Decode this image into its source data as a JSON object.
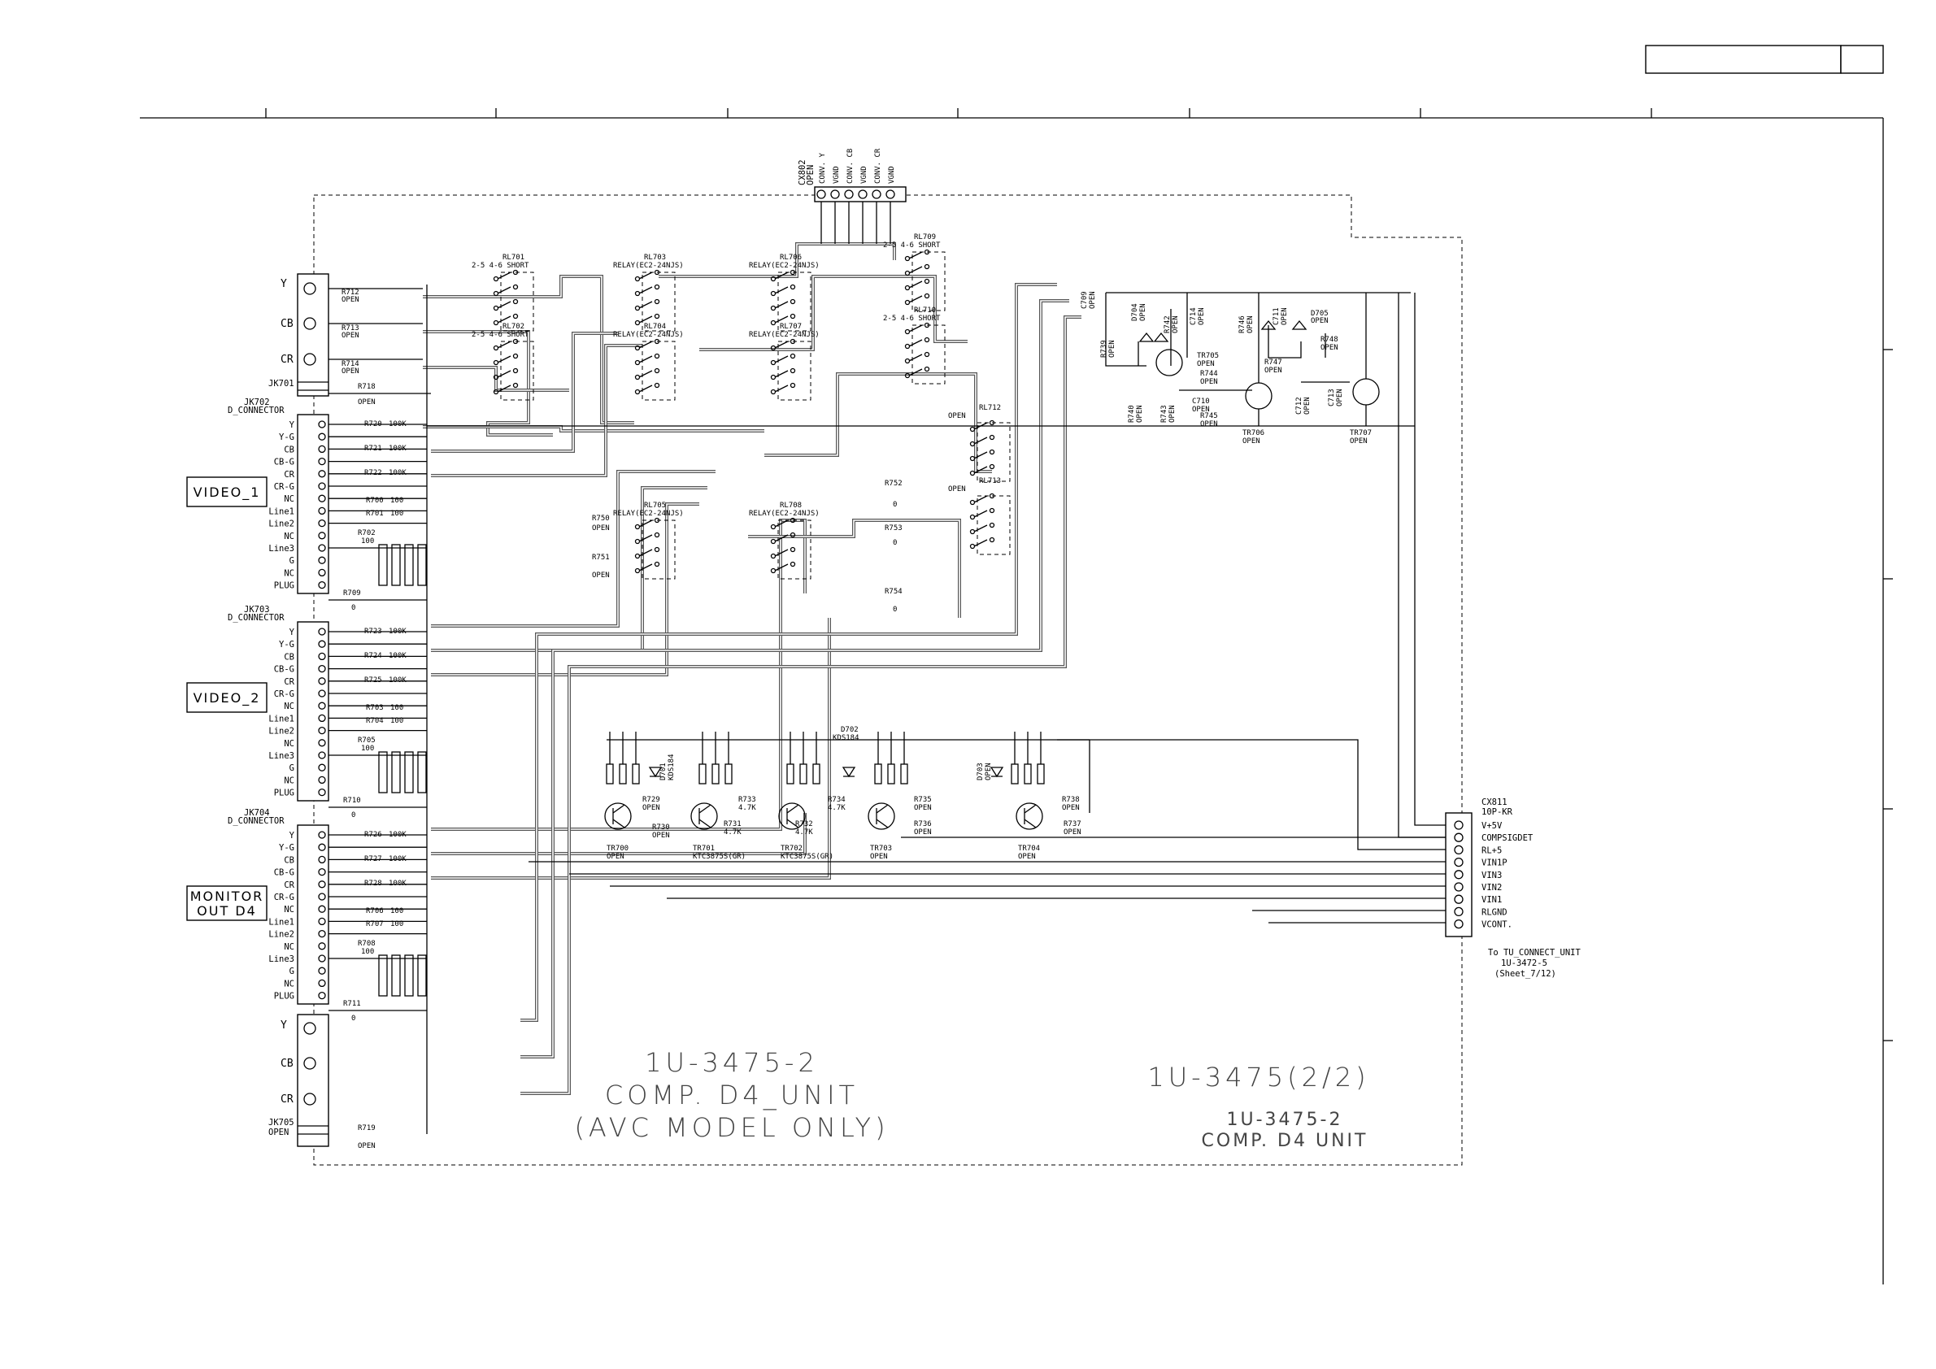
{
  "board": {
    "label_center": [
      "1U-3475-2",
      "COMP. D4_UNIT",
      "(AVC MODEL ONLY)"
    ],
    "label_right_big": "1U-3475(2/2)",
    "label_right_sub": [
      "1U-3475-2",
      "COMP. D4 UNIT"
    ]
  },
  "boxes": [
    {
      "lines": [
        "VIDEO_1"
      ]
    },
    {
      "lines": [
        "VIDEO_2"
      ]
    },
    {
      "lines": [
        "MONITOR",
        "OUT D4"
      ]
    }
  ],
  "jacks": {
    "jk701": {
      "ref": "JK701",
      "pins": [
        "Y",
        "CB",
        "CR"
      ]
    },
    "jk705": {
      "ref": "JK705",
      "note": "OPEN",
      "pins": [
        "Y",
        "CB",
        "CR"
      ]
    }
  },
  "d_connectors": [
    {
      "ref": "JK702",
      "type": "D_CONNECTOR",
      "pins": [
        "Y",
        "Y-G",
        "CB",
        "CB-G",
        "CR",
        "CR-G",
        "NC",
        "Line1",
        "Line2",
        "NC",
        "Line3",
        "G",
        "NC",
        "PLUG"
      ]
    },
    {
      "ref": "JK703",
      "type": "D_CONNECTOR",
      "pins": [
        "Y",
        "Y-G",
        "CB",
        "CB-G",
        "CR",
        "CR-G",
        "NC",
        "Line1",
        "Line2",
        "NC",
        "Line3",
        "G",
        "NC",
        "PLUG"
      ]
    },
    {
      "ref": "JK704",
      "type": "D_CONNECTOR",
      "pins": [
        "Y",
        "Y-G",
        "CB",
        "CB-G",
        "CR",
        "CR-G",
        "NC",
        "Line1",
        "Line2",
        "NC",
        "Line3",
        "G",
        "NC",
        "PLUG"
      ]
    }
  ],
  "header_top": {
    "ref": "CX802",
    "note": "OPEN",
    "pins": [
      "CONV. Y",
      "VGND",
      "CONV. CB",
      "VGND",
      "CONV. CR",
      "VGND"
    ]
  },
  "relays": [
    {
      "ref": "RL701",
      "note": "2-5 4-6 SHORT"
    },
    {
      "ref": "RL702",
      "note": "2-5 4-6 SHORT"
    },
    {
      "ref": "RL703",
      "note": "RELAY(EC2-24NJS)"
    },
    {
      "ref": "RL704",
      "note": "RELAY(EC2-24NJS)"
    },
    {
      "ref": "RL705",
      "note": "RELAY(EC2-24NJS)"
    },
    {
      "ref": "RL706",
      "note": "RELAY(EC2-24NJS)"
    },
    {
      "ref": "RL707",
      "note": "RELAY(EC2-24NJS)"
    },
    {
      "ref": "RL708",
      "note": "RELAY(EC2-24NJS)"
    },
    {
      "ref": "RL709",
      "note": "2-5 4-6 SHORT"
    },
    {
      "ref": "RL710",
      "note": "2-5 4-6 SHORT"
    },
    {
      "ref": "RL712",
      "note": "OPEN"
    },
    {
      "ref": "RL713",
      "note": "OPEN"
    }
  ],
  "resistors": [
    {
      "ref": "R712",
      "val": "OPEN"
    },
    {
      "ref": "R713",
      "val": "OPEN"
    },
    {
      "ref": "R714",
      "val": "OPEN"
    },
    {
      "ref": "R718",
      "val": "OPEN"
    },
    {
      "ref": "R720",
      "val": "100K"
    },
    {
      "ref": "R721",
      "val": "100K"
    },
    {
      "ref": "R722",
      "val": "100K"
    },
    {
      "ref": "R700",
      "val": "100"
    },
    {
      "ref": "R701",
      "val": "100"
    },
    {
      "ref": "R702",
      "val": "100"
    },
    {
      "ref": "R709",
      "val": "0"
    },
    {
      "ref": "R723",
      "val": "100K"
    },
    {
      "ref": "R724",
      "val": "100K"
    },
    {
      "ref": "R725",
      "val": "100K"
    },
    {
      "ref": "R703",
      "val": "100"
    },
    {
      "ref": "R704",
      "val": "100"
    },
    {
      "ref": "R705",
      "val": "100"
    },
    {
      "ref": "R710",
      "val": "0"
    },
    {
      "ref": "R726",
      "val": "100K"
    },
    {
      "ref": "R727",
      "val": "100K"
    },
    {
      "ref": "R728",
      "val": "100K"
    },
    {
      "ref": "R706",
      "val": "100"
    },
    {
      "ref": "R707",
      "val": "100"
    },
    {
      "ref": "R708",
      "val": "100"
    },
    {
      "ref": "R711",
      "val": "0"
    },
    {
      "ref": "R719",
      "val": "OPEN"
    },
    {
      "ref": "R750",
      "val": "OPEN"
    },
    {
      "ref": "R751",
      "val": "OPEN"
    },
    {
      "ref": "R752",
      "val": "0"
    },
    {
      "ref": "R753",
      "val": "0"
    },
    {
      "ref": "R754",
      "val": "0"
    },
    {
      "ref": "R729",
      "val": "OPEN"
    },
    {
      "ref": "R730",
      "val": "OPEN"
    },
    {
      "ref": "R731",
      "val": "4.7K"
    },
    {
      "ref": "R732",
      "val": "4.7K"
    },
    {
      "ref": "R733",
      "val": "4.7K"
    },
    {
      "ref": "R734",
      "val": "4.7K"
    },
    {
      "ref": "R735",
      "val": "OPEN"
    },
    {
      "ref": "R736",
      "val": "OPEN"
    },
    {
      "ref": "R737",
      "val": "OPEN"
    },
    {
      "ref": "R738",
      "val": "OPEN"
    },
    {
      "ref": "R739",
      "val": "OPEN"
    },
    {
      "ref": "R740",
      "val": "OPEN"
    },
    {
      "ref": "R742",
      "val": "OPEN"
    },
    {
      "ref": "R743",
      "val": "OPEN"
    },
    {
      "ref": "R744",
      "val": "OPEN"
    },
    {
      "ref": "R745",
      "val": "OPEN"
    },
    {
      "ref": "R746",
      "val": "OPEN"
    },
    {
      "ref": "R747",
      "val": "OPEN"
    },
    {
      "ref": "R748",
      "val": "OPEN"
    }
  ],
  "caps": [
    {
      "ref": "C709",
      "val": "OPEN"
    },
    {
      "ref": "C710",
      "val": "OPEN"
    },
    {
      "ref": "C711",
      "val": "OPEN"
    },
    {
      "ref": "C712",
      "val": "OPEN"
    },
    {
      "ref": "C713",
      "val": "OPEN"
    },
    {
      "ref": "C714",
      "val": "OPEN"
    }
  ],
  "diodes": [
    {
      "ref": "D701",
      "val": "KDS184"
    },
    {
      "ref": "D702",
      "val": "KDS184"
    },
    {
      "ref": "D703",
      "val": "OPEN"
    },
    {
      "ref": "D704",
      "val": "OPEN"
    },
    {
      "ref": "D705",
      "val": "OPEN"
    }
  ],
  "transistors": [
    {
      "ref": "TR700",
      "val": "OPEN"
    },
    {
      "ref": "TR701",
      "val": "KTC3875S(GR)"
    },
    {
      "ref": "TR702",
      "val": "KTC3875S(GR)"
    },
    {
      "ref": "TR703",
      "val": "OPEN"
    },
    {
      "ref": "TR704",
      "val": "OPEN"
    },
    {
      "ref": "TR705",
      "val": "OPEN"
    },
    {
      "ref": "TR706",
      "val": "OPEN"
    },
    {
      "ref": "TR707",
      "val": "OPEN"
    }
  ],
  "connector_right": {
    "ref": "CX811",
    "type": "10P-KR",
    "pins": [
      "V+5V",
      "COMPSIGDET",
      "RL+5",
      "VIN1P",
      "VIN3",
      "VIN2",
      "VIN1",
      "RLGND",
      "VCONT."
    ],
    "note": [
      "To TU_CONNECT_UNIT",
      "1U-3472-5",
      "(Sheet_7/12)"
    ]
  }
}
